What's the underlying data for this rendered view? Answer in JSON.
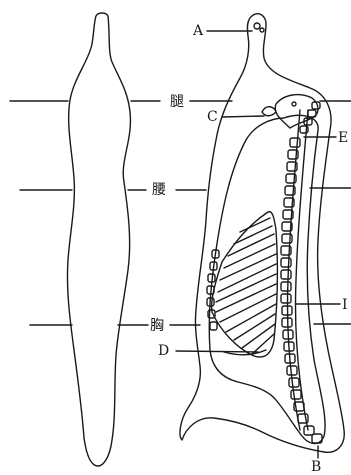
{
  "labels": {
    "leg": "腿",
    "loin": "腰",
    "chest": "胸",
    "a": "A",
    "b": "B",
    "c": "C",
    "d": "D",
    "e": "E",
    "right_partial": "I"
  },
  "style": {
    "stroke": "#1a1a1a",
    "background": "#ffffff"
  }
}
